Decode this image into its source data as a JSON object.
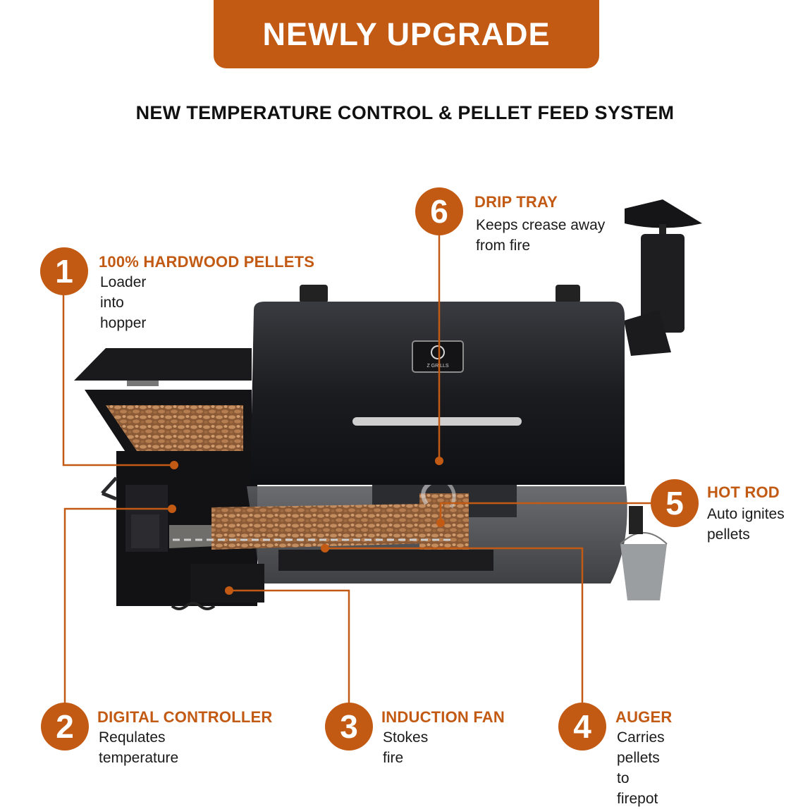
{
  "banner": {
    "text": "NEWLY UPGRADE"
  },
  "subtitle": "NEW TEMPERATURE CONTROL & PELLET FEED SYSTEM",
  "brand_logo": {
    "text": "Z GRILLS"
  },
  "colors": {
    "accent": "#c25a14",
    "grill_body": "#1d1d1f",
    "pellets": "#b07a4e"
  },
  "callouts": [
    {
      "number": "1",
      "title": "100% HARDWOOD PELLETS",
      "description": "Loader into hopper"
    },
    {
      "number": "2",
      "title": "DIGITAL CONTROLLER",
      "description": "Requlates temperature"
    },
    {
      "number": "3",
      "title": "INDUCTION FAN",
      "description": "Stokes fire"
    },
    {
      "number": "4",
      "title": "AUGER",
      "description": "Carries pellets to firepot"
    },
    {
      "number": "5",
      "title": "HOT ROD",
      "description": "Auto ignites pellets"
    },
    {
      "number": "6",
      "title": "DRIP TRAY",
      "description": "Keeps crease away from fire"
    }
  ]
}
